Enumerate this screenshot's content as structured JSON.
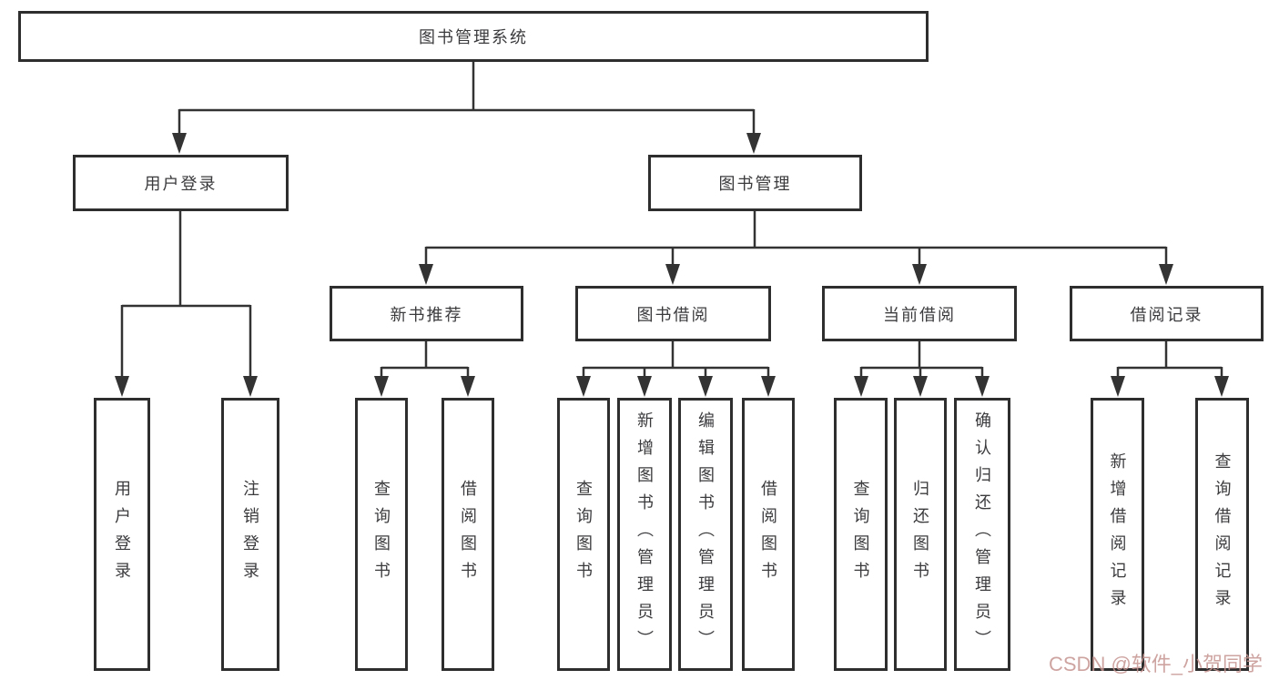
{
  "root": {
    "label": "图书管理系统"
  },
  "level2": {
    "user_login": "用户登录",
    "book_mgmt": "图书管理"
  },
  "level3": {
    "new_book_rec": "新书推荐",
    "book_borrow": "图书借阅",
    "current_borrow": "当前借阅",
    "borrow_records": "借阅记录"
  },
  "leaves": {
    "user_login": "用户登录",
    "logout": "注销登录",
    "nb_query_books": "查询图书",
    "nb_borrow_books": "借阅图书",
    "bb_query_books": "查询图书",
    "bb_add_books": "新增图书（管理员）",
    "bb_edit_books": "编辑图书（管理员）",
    "bb_borrow_books": "借阅图书",
    "cb_query_books": "查询图书",
    "cb_return_books": "归还图书",
    "cb_confirm_return": "确认归还（管理员）",
    "br_add_record": "新增借阅记录",
    "br_query_record": "查询借阅记录"
  },
  "watermark": {
    "text": "CSDN @软件_小贺同学"
  },
  "colors": {
    "background": "#ffffff",
    "box_border": "#2e2e2e",
    "line": "#333333",
    "text": "#3b3b3e",
    "watermark": "#c69490"
  }
}
